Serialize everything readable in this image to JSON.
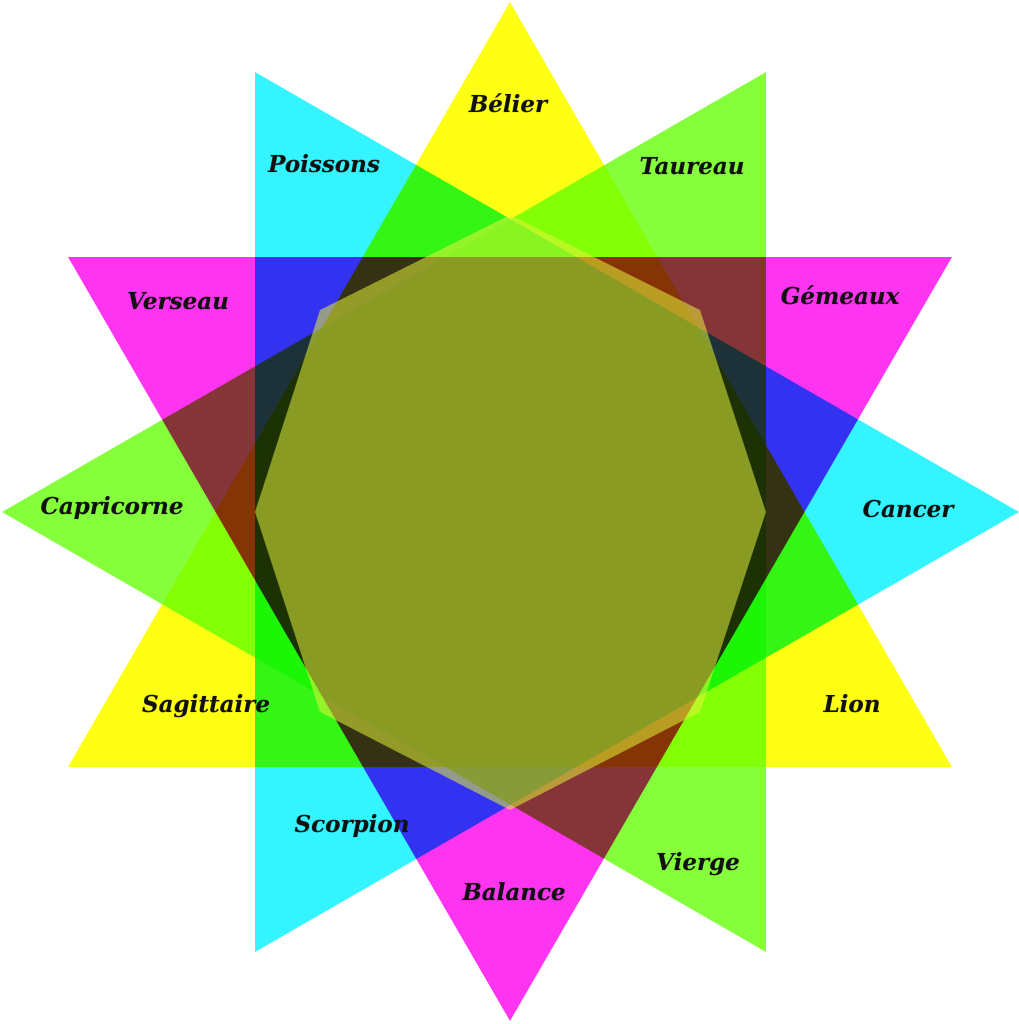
{
  "colors": {
    "cardinal": "#ffff00",
    "fixed": "#22f5ff",
    "mutable": "#7bff2a",
    "air": "#ff22f0",
    "overlap_center": "#e3f23a"
  },
  "signs": {
    "belier": "Bélier",
    "taureau": "Taureau",
    "gemeaux": "Gémeaux",
    "cancer": "Cancer",
    "lion": "Lion",
    "vierge": "Vierge",
    "balance": "Balance",
    "scorpion": "Scorpion",
    "sagittaire": "Sagittaire",
    "capricorne": "Capricorne",
    "verseau": "Verseau",
    "poissons": "Poissons"
  }
}
